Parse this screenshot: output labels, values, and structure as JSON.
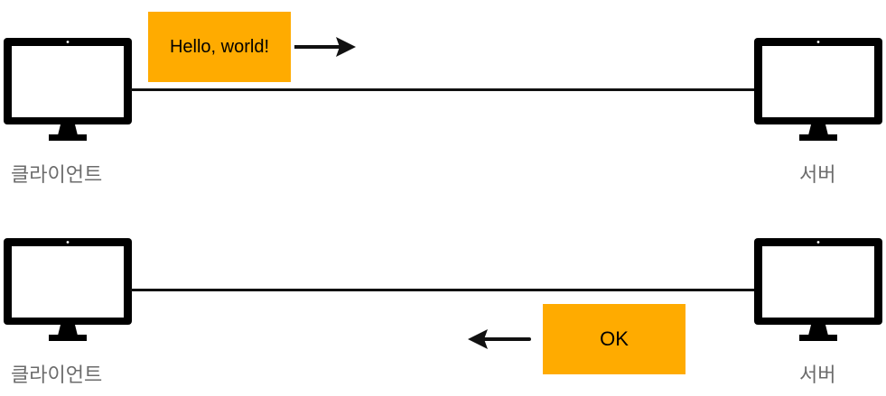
{
  "scenes": [
    {
      "client_label": "클라이언트",
      "server_label": "서버",
      "message": "Hello, world!",
      "direction": "client-to-server"
    },
    {
      "client_label": "클라이언트",
      "server_label": "서버",
      "message": "OK",
      "direction": "server-to-client"
    }
  ],
  "colors": {
    "message_box": "#ffab00",
    "device": "#000000",
    "label": "#6b6b6b"
  },
  "icons": {
    "device": "desktop-monitor-icon",
    "arrow_right": "arrow-right-icon",
    "arrow_left": "arrow-left-icon"
  }
}
